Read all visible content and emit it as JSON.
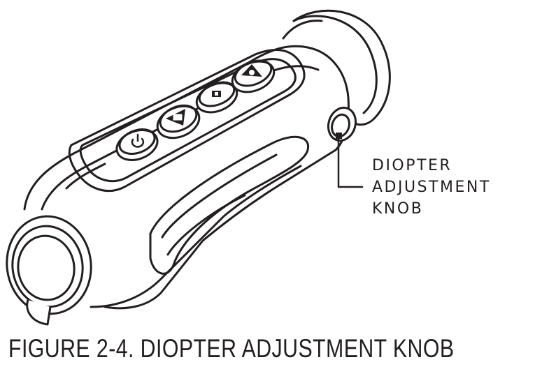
{
  "callout": {
    "lines": [
      "DIOPTER",
      "ADJUSTMENT",
      "KNOB"
    ]
  },
  "caption": "FIGURE 2-4. DIOPTER ADJUSTMENT KNOB",
  "colors": {
    "ink": "#231f20",
    "paper": "#ffffff"
  },
  "icons": [
    "power-icon",
    "mode-icon",
    "menu-icon",
    "zoom-icon"
  ]
}
